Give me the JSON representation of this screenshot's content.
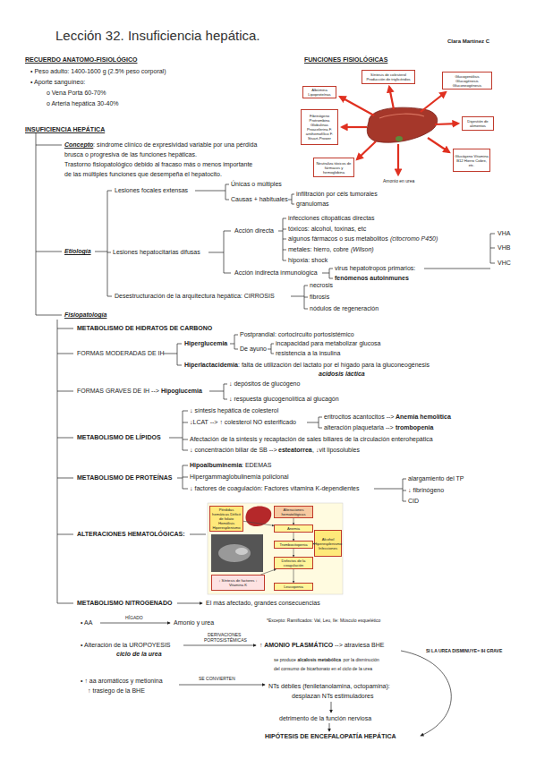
{
  "diagram": {
    "title": "Lección 32. Insuficiencia hepática.",
    "nodes": [
      {
        "text": [
          "Síntesis de colesterol Producción de triglicéridos"
        ]
      },
      {
        "text": [
          "Glucogenólisis Glucogénesis Gluconeogénesis"
        ]
      },
      {
        "text": [
          "Albúmina Lipoproteínas"
        ]
      },
      {
        "text": [
          "Digestión de alimentos"
        ]
      },
      {
        "text": [
          "Fibrinógeno Protrombina Globulinas Proacelerina F. antihemofílico F. Stuart-Prower"
        ]
      },
      {
        "text": [
          "Glucógeno Vitamina B12 Hierro Cobre, etc."
        ]
      },
      {
        "text": [
          "Neutraliza tóxicos de fármacos y hemoglobina"
        ]
      },
      {
        "text": [
          "Pérdidas hemáticas Déficit de folato Hemólisis Hiperesplenismo"
        ]
      },
      {
        "text": [
          "Alteraciones hematológicas"
        ]
      },
      {
        "text": [
          "Anemia"
        ]
      },
      {
        "text": [
          "Trombocitopenia"
        ]
      },
      {
        "text": [
          "Alcohol Hiperesplenismo Infecciones"
        ]
      },
      {
        "text": [
          "Defectos de la coagulación"
        ]
      },
      {
        "text": [
          "↓ Síntesis de factores ↓ Vitamina K"
        ]
      },
      {
        "text": [
          "Leucopenia"
        ]
      }
    ],
    "edges": [
      {
        "from": 8,
        "to": 9,
        "arrow": "to"
      },
      {
        "from": 9,
        "to": 10,
        "arrow": "to"
      },
      {
        "from": 10,
        "to": 12,
        "arrow": "to"
      },
      {
        "from": 12,
        "to": 14,
        "arrow": "to"
      },
      {
        "from": 7,
        "to": 9,
        "arrow": "to"
      },
      {
        "from": 11,
        "to": 10,
        "arrow": "to"
      },
      {
        "from": 13,
        "to": 12,
        "arrow": "to"
      }
    ],
    "labels": [
      "Clara Martínez C",
      "RECUERDO ANATOMO-FISIOLÓGICO",
      "• Peso adulto: 1400-1600 g (2.5% peso corporal)",
      "• Aporte sanguíneo:",
      "o Vena Porta 60-70%",
      "o Arteria hepática 30-40%",
      "FUNCIONES FISIOLÓGICAS",
      "Amonio en urea",
      "INSUFICIENCIA HEPÁTICA",
      "Concepto",
      ": síndrome clínico de expresividad variable por una pérdida",
      "brusca o progresiva de las funciones hepáticas.",
      "Trastorno fisiopatológico debido al fracaso más o menos importante",
      "de las múltiples funciones que desempeña el hepatocito.",
      "Lesiones focales extensas",
      "Únicas o múltiples",
      "Causas + habituales",
      "infiltración por céls tumorales",
      "granulomas",
      "Etiología",
      "Lesiones hepatocitarias difusas",
      "Acción directa",
      "infecciones citopáticas directas",
      "tóxicos: alcohol, toxinas, etc",
      "algunos fármacos o sus metabolitos",
      "(citocromo P450)",
      "metales: hierro, cobre",
      "(Wilson)",
      "hipoxia: shock",
      "Acción indirecta inmunológica",
      "virus hepatotropos primarios:",
      "fenómenos autoinmunes",
      "VHA",
      "VHB",
      "VHC",
      "Desestructuración de la arquitectura hepática: CIRROSIS",
      "necrosis",
      "fibrosis",
      "nódulos de regeneración",
      "Fisiopatología",
      "METABOLISMO DE HIDRATOS DE CARBONO",
      "FORMAS MODERADAS DE IH",
      "Hiperglucemia",
      "Postprandial: cortocircuito portosistémico",
      "De ayuno",
      "incapacidad para metabolizar glucosa",
      "resistencia a la insulina",
      "Hiperlactacidemia",
      ": falta de utilización del lactato por el hígado para la gluconeogénesis",
      "acidosis láctica",
      "FORMAS GRAVES DE IH -->",
      "Hipoglucemia",
      "↓ depósitos de glucógeno",
      "↓ respuesta glucogenolítica al glucagón",
      "METABOLISMO DE LÍPIDOS",
      "↓ síntesis hepática de colesterol",
      "↓LCAT --> ↑ colesterol NO esterificado",
      "eritrocitos acantocitos -->",
      "Anemia hemolítica",
      "alteración plaquetaria -->",
      "trombopenia",
      "Afectación de la síntesis y recaptación de sales biliares de la circulación enterohepática",
      "↓ concentración biliar de SB -->",
      "esteatorrea",
      ", ↓vit liposolubles",
      "METABOLISMO DE PROTEÍNAS",
      "Hipoalbuminemia",
      ": EDEMAS",
      "Hipergammaglobulinemia policlonal",
      "↓ factores de coagulación: Factores vitamina K-dependientes",
      "alargamiento del TP",
      "↓ fibrinógeno",
      "CID",
      "ALTERACIONES HEMATOLÓGICAS:",
      "METABOLISMO NITROGENADO",
      "El más afectado, grandes consecuencias",
      "• AA",
      "HÍGADO",
      "Amonio y urea",
      "*Excepto: Ramificados: Val, Leu, Ile: Músculo esquelético",
      "• Alteración de la UROPOYESIS",
      "ciclo de la urea",
      "DERIVACIONES",
      "PORTOSISTÉMICAS",
      "↑ AMONIO PLASMÁTICO",
      "--> atraviesa BHE",
      "SI LA UREA DISMINUYE= IH GRAVE",
      "se produce",
      "alcalosis metabólica",
      "por la disminución",
      "del consumo de bicarbonato en el ciclo de la urea",
      "• ↑ aa aromáticos y metionina",
      "↑ trasiego de la BHE",
      "SE CONVIERTEN",
      "NTs débiles (feniletanolamina, octopamina):",
      "desplazan NTs estimuladores",
      "detrimento de la función nerviosa",
      "HIPÓTESIS DE ENCEFALOPATÍA HEPÁTICA"
    ]
  }
}
